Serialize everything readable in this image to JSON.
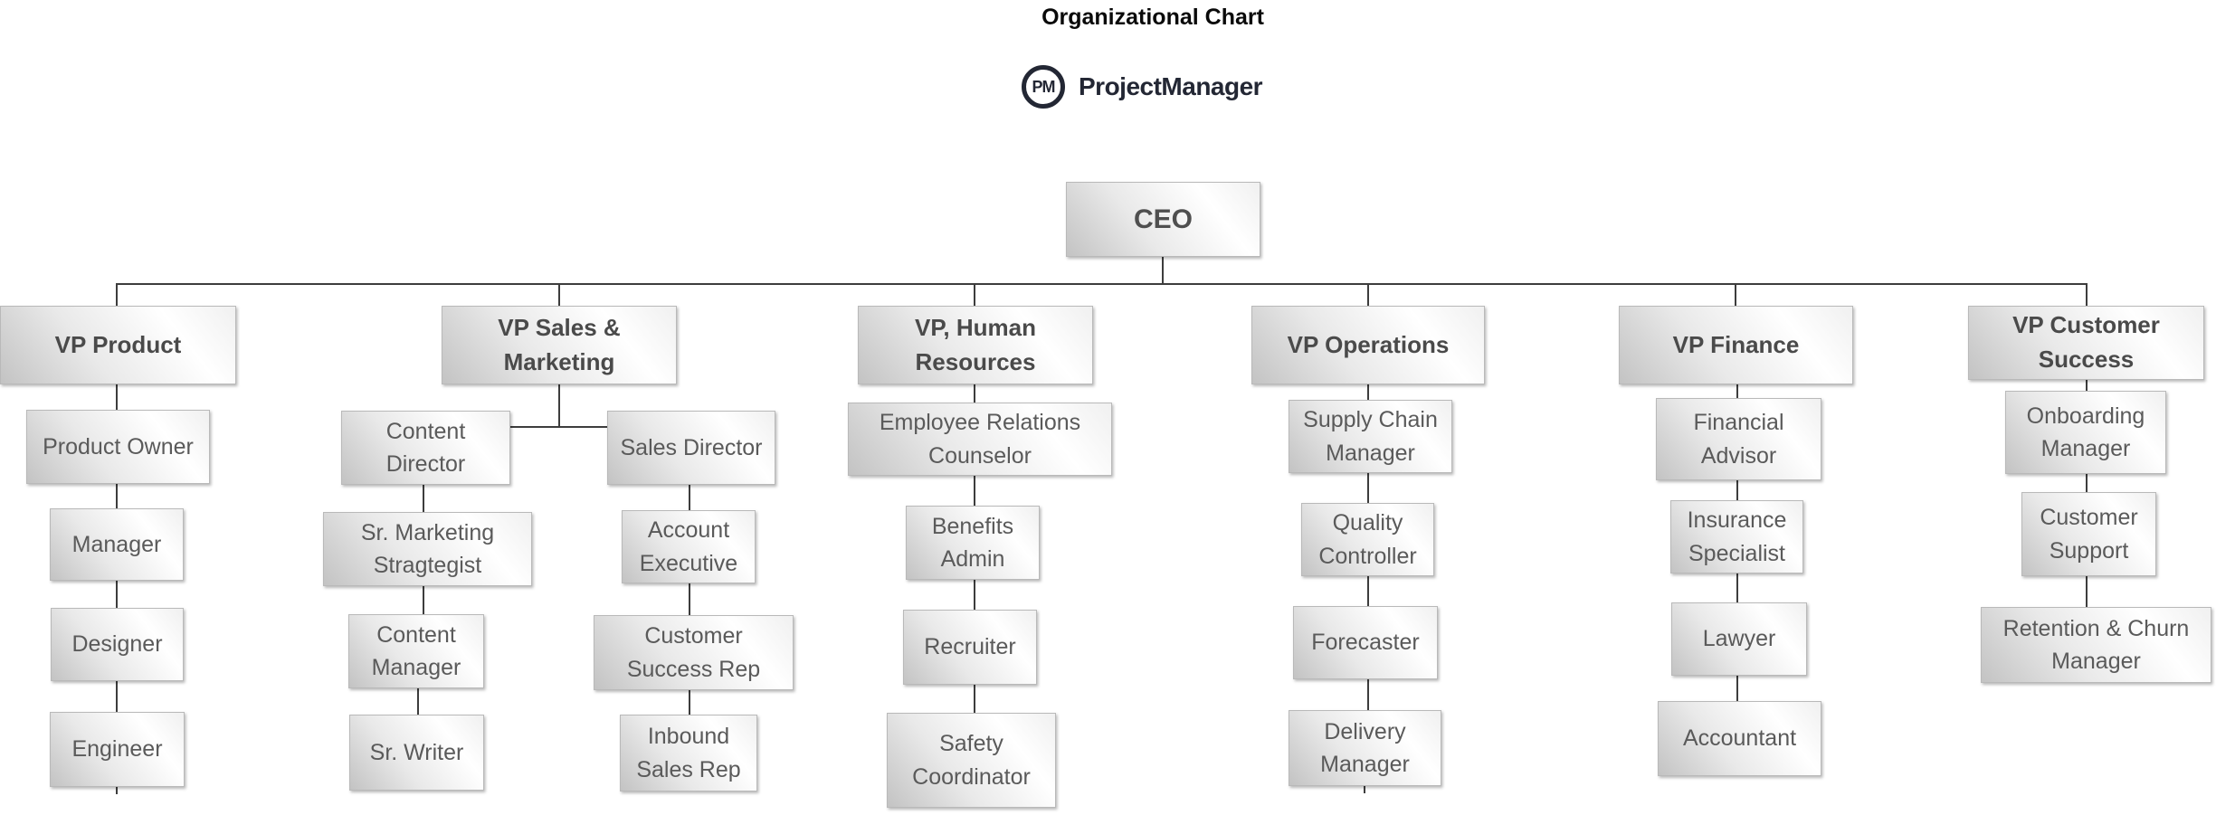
{
  "header": {
    "title": "Organizational Chart",
    "brand": {
      "monogram": "PM",
      "name": "ProjectManager"
    }
  },
  "colors": {
    "connector": "#3d3d3d",
    "box_border": "#b9b9b9",
    "node_text": "#5a5a5a",
    "vp_text": "#4a4a4a",
    "title_text": "#0a0a0a",
    "logo": "#232734"
  },
  "org": {
    "ceo": "CEO",
    "vps": [
      {
        "label": "VP Product",
        "children": [
          "Product Owner",
          "Manager",
          "Designer",
          "Engineer"
        ]
      },
      {
        "label": "VP Sales & Marketing",
        "branches": [
          {
            "label": "Content Director",
            "children": [
              "Sr. Marketing Stragtegist",
              "Content Manager",
              "Sr. Writer"
            ]
          },
          {
            "label": "Sales Director",
            "children": [
              "Account Executive",
              "Customer Success Rep",
              "Inbound Sales Rep"
            ]
          }
        ]
      },
      {
        "label": "VP, Human Resources",
        "children": [
          "Employee Relations Counselor",
          "Benefits Admin",
          "Recruiter",
          "Safety Coordinator"
        ]
      },
      {
        "label": "VP Operations",
        "children": [
          "Supply Chain Manager",
          "Quality Controller",
          "Forecaster",
          "Delivery Manager"
        ]
      },
      {
        "label": "VP Finance",
        "children": [
          "Financial Advisor",
          "Insurance Specialist",
          "Lawyer",
          "Accountant"
        ]
      },
      {
        "label": "VP Customer Success",
        "children": [
          "Onboarding Manager",
          "Customer Support",
          "Retention & Churn Manager"
        ]
      }
    ]
  }
}
